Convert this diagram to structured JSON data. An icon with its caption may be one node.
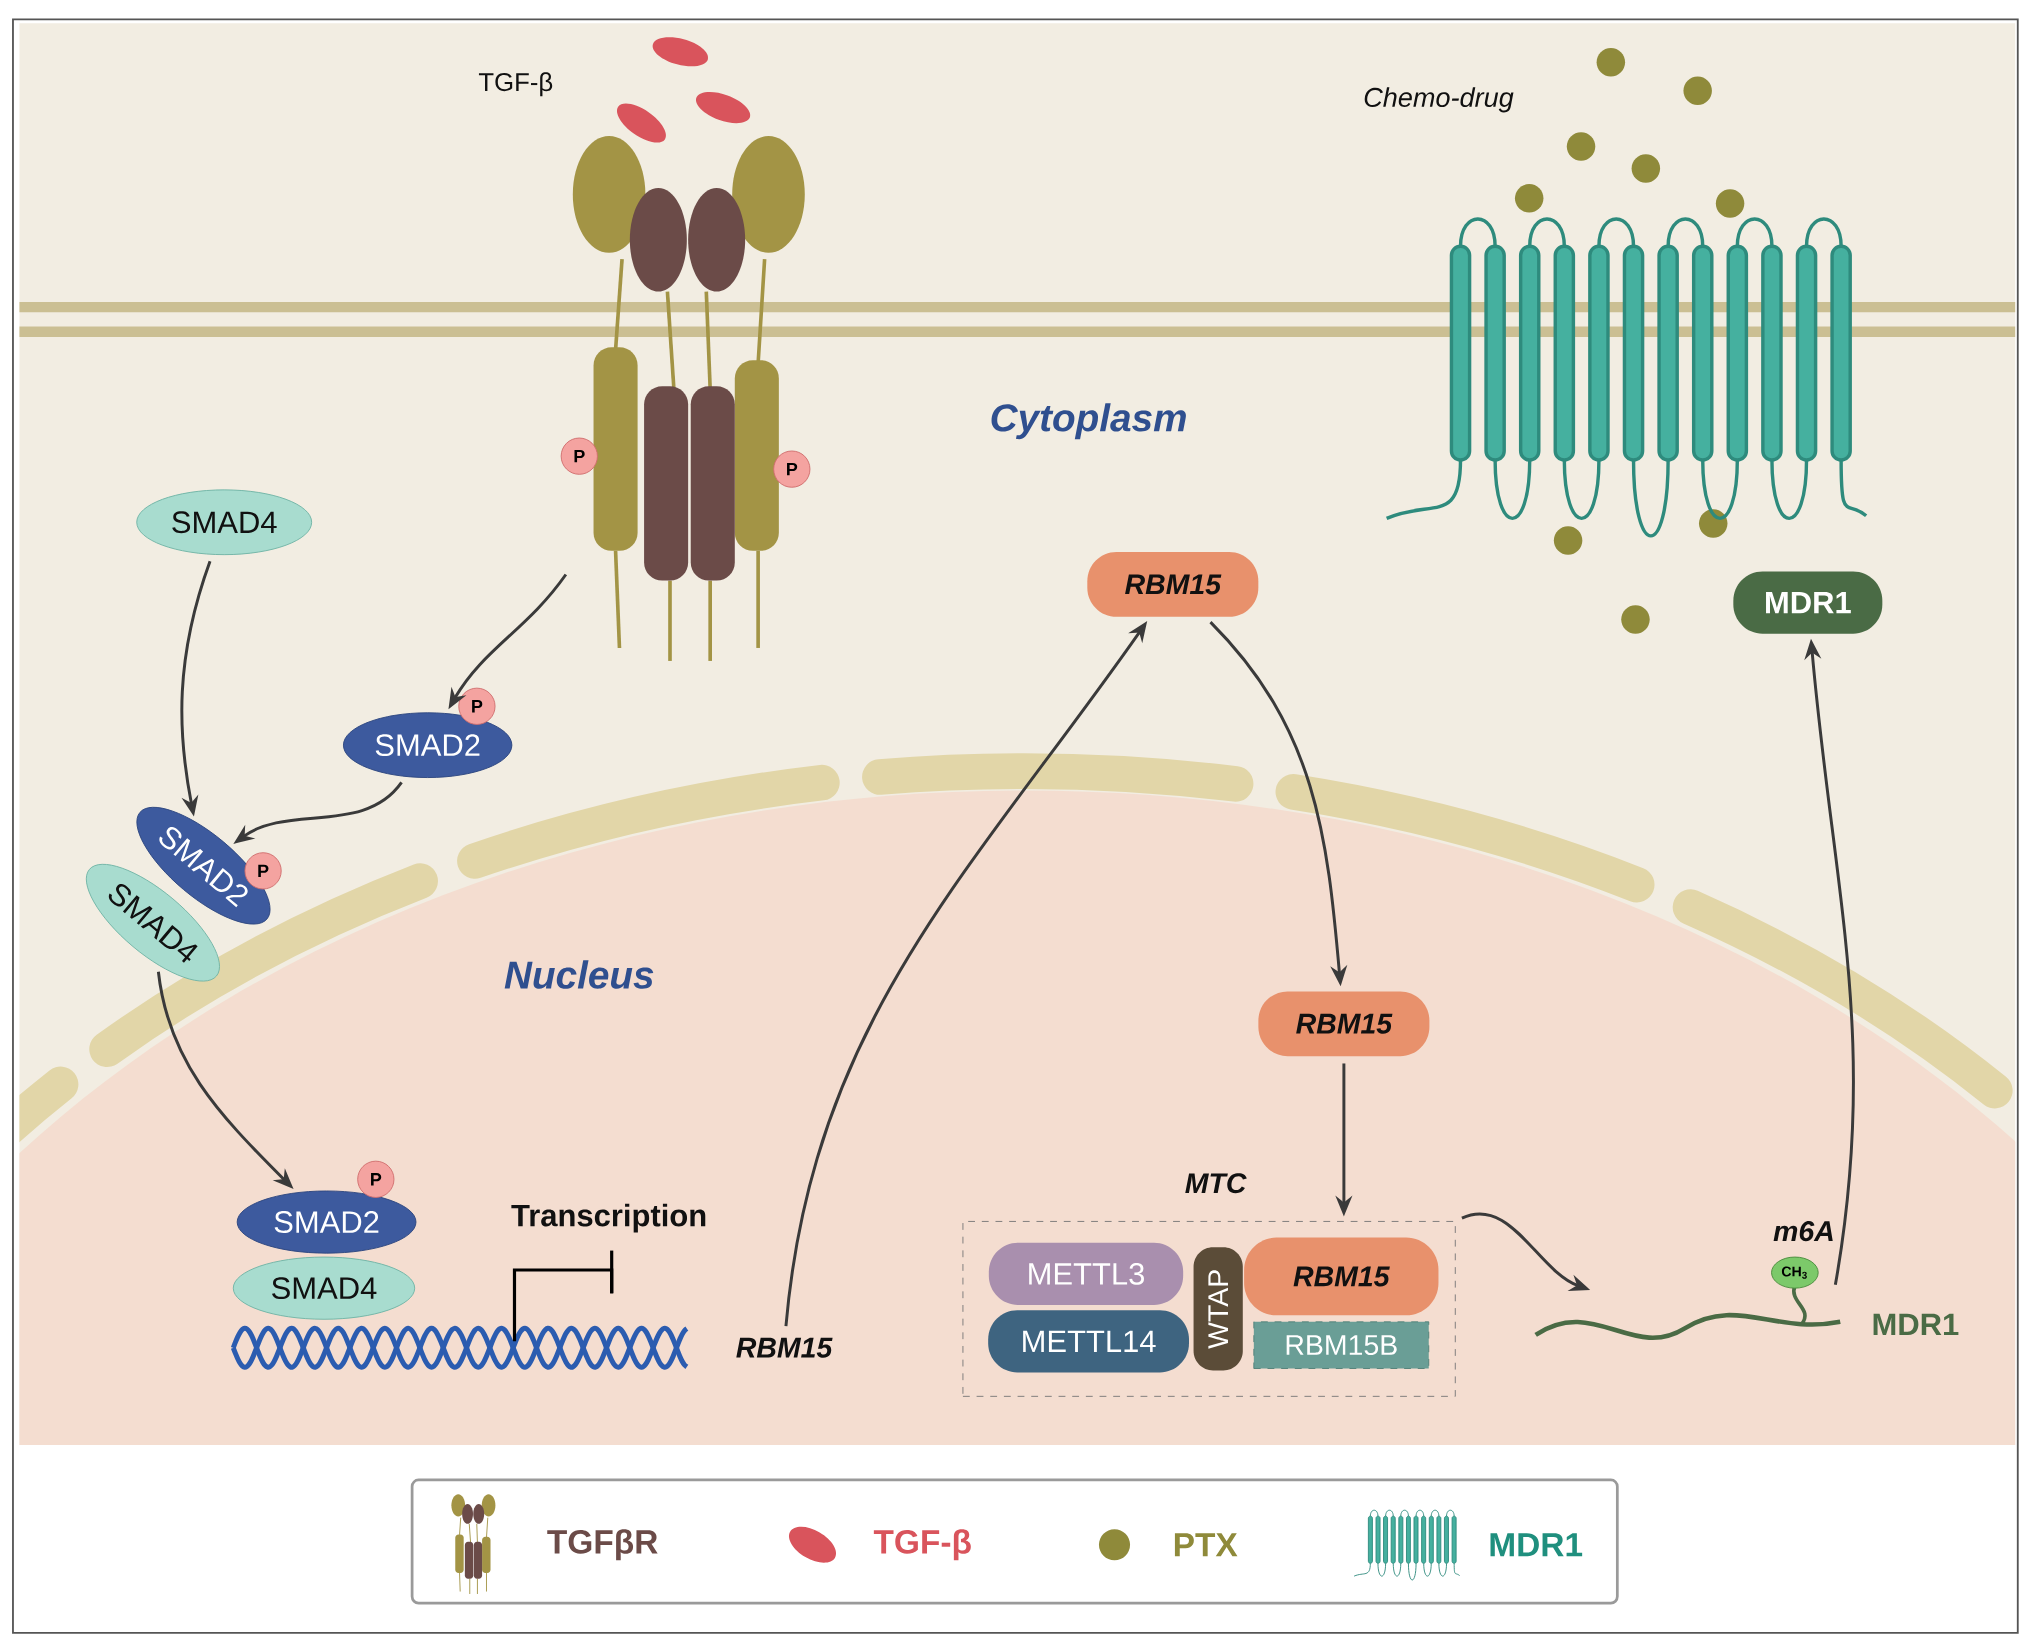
{
  "diagram": {
    "nodes": [
      {
        "text": [],
        "shape": "picture"
      },
      {
        "text": [
          "SMAD4"
        ]
      },
      {
        "text": [
          "SMAD2"
        ]
      },
      {
        "text": [
          "SMAD2"
        ]
      },
      {
        "text": [
          "SMAD4"
        ]
      },
      {
        "text": [
          "SMAD2"
        ]
      },
      {
        "text": [
          "SMAD4"
        ]
      },
      {
        "text": [
          "RBM15"
        ]
      },
      {
        "text": [
          "RBM15"
        ]
      },
      {
        "text": [
          "RBM15"
        ]
      },
      {
        "text": [
          "MTC"
        ]
      },
      {
        "text": [
          "METTL3"
        ],
        "in": 10
      },
      {
        "text": [
          "METTL14"
        ],
        "in": 10
      },
      {
        "text": [
          "WTAP"
        ],
        "in": 10
      },
      {
        "text": [
          "RBM15"
        ],
        "in": 10
      },
      {
        "text": [
          "RBM15B"
        ],
        "in": 10
      },
      {
        "text": [],
        "shape": "picture"
      },
      {
        "text": [
          "MDR1"
        ]
      }
    ],
    "edges": [
      {
        "from": 0,
        "to": 2,
        "arrow": "to"
      },
      {
        "from": 1,
        "to": 3,
        "arrow": "to"
      },
      {
        "from": 2,
        "to": 3,
        "arrow": "to"
      },
      {
        "from": 4,
        "to": 5,
        "arrow": "to"
      },
      {
        "from": 7,
        "to": 8,
        "arrow": "to"
      },
      {
        "from": 8,
        "to": 9,
        "arrow": "to"
      },
      {
        "from": 9,
        "to": 10,
        "arrow": "to"
      },
      {
        "from": 10,
        "to": 16,
        "arrow": "to"
      },
      {
        "from": 16,
        "to": 17,
        "arrow": "to"
      }
    ],
    "labels": [
      "TGF-β",
      "Chemo-drug",
      "Cytoplasm",
      "P",
      "P",
      "P",
      "P",
      "Nucleus",
      "P",
      "Transcription",
      "m6A",
      "CH$_{3}$",
      "MDR1"
    ],
    "legend": [
      {
        "text": "TGFβR"
      },
      {
        "text": "TGF-β",
        "color": "#d9545c"
      },
      {
        "text": "PTX",
        "color": "#8f8a3a"
      },
      {
        "text": "MDR1"
      }
    ]
  }
}
